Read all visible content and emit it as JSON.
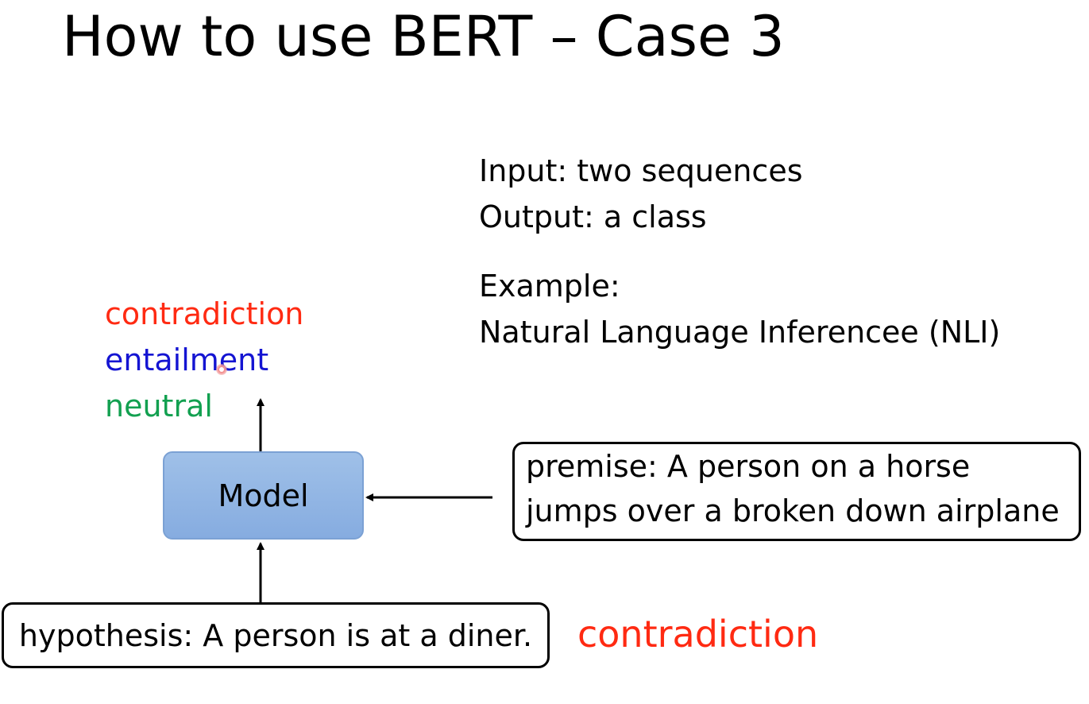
{
  "slide": {
    "title": "How to use BERT – Case 3"
  },
  "info": {
    "input_line": "Input: two sequences",
    "output_line": "Output: a class",
    "example_label": "Example:",
    "example_value": "Natural Language Inferencee (NLI)"
  },
  "classes": {
    "contradiction": "contradiction",
    "entailment": "entailment",
    "neutral": "neutral"
  },
  "model": {
    "label": "Model"
  },
  "premise": {
    "line1": "premise: A person on a horse",
    "line2": "jumps over a broken down airplane"
  },
  "hypothesis": {
    "text": "hypothesis: A person is at a diner."
  },
  "answer": {
    "text": "contradiction"
  },
  "colors": {
    "contradiction": "#ff2a12",
    "entailment": "#1414d2",
    "neutral": "#12a050",
    "model_fill": "#95b8e6",
    "model_border": "#7ba1d4"
  }
}
